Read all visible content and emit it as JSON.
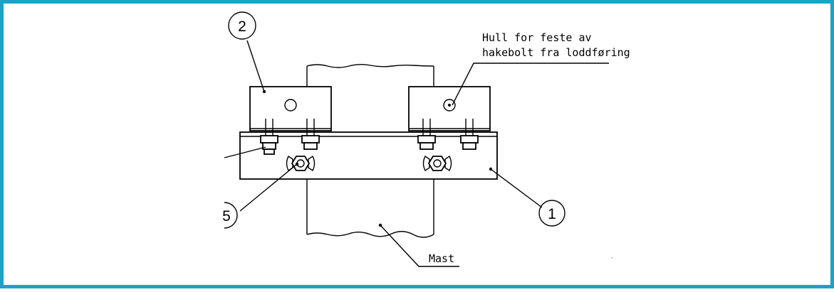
{
  "diagram": {
    "callouts": {
      "part_1": "1",
      "part_2": "2",
      "part_5": "5"
    },
    "annotation_hole_line1": "Hull for feste av",
    "annotation_hole_line2": "hakebolt fra loddføring",
    "annotation_mast": "Mast"
  },
  "colors": {
    "frame_border": "#1aa3c6",
    "line": "#000000",
    "background": "#ffffff"
  }
}
